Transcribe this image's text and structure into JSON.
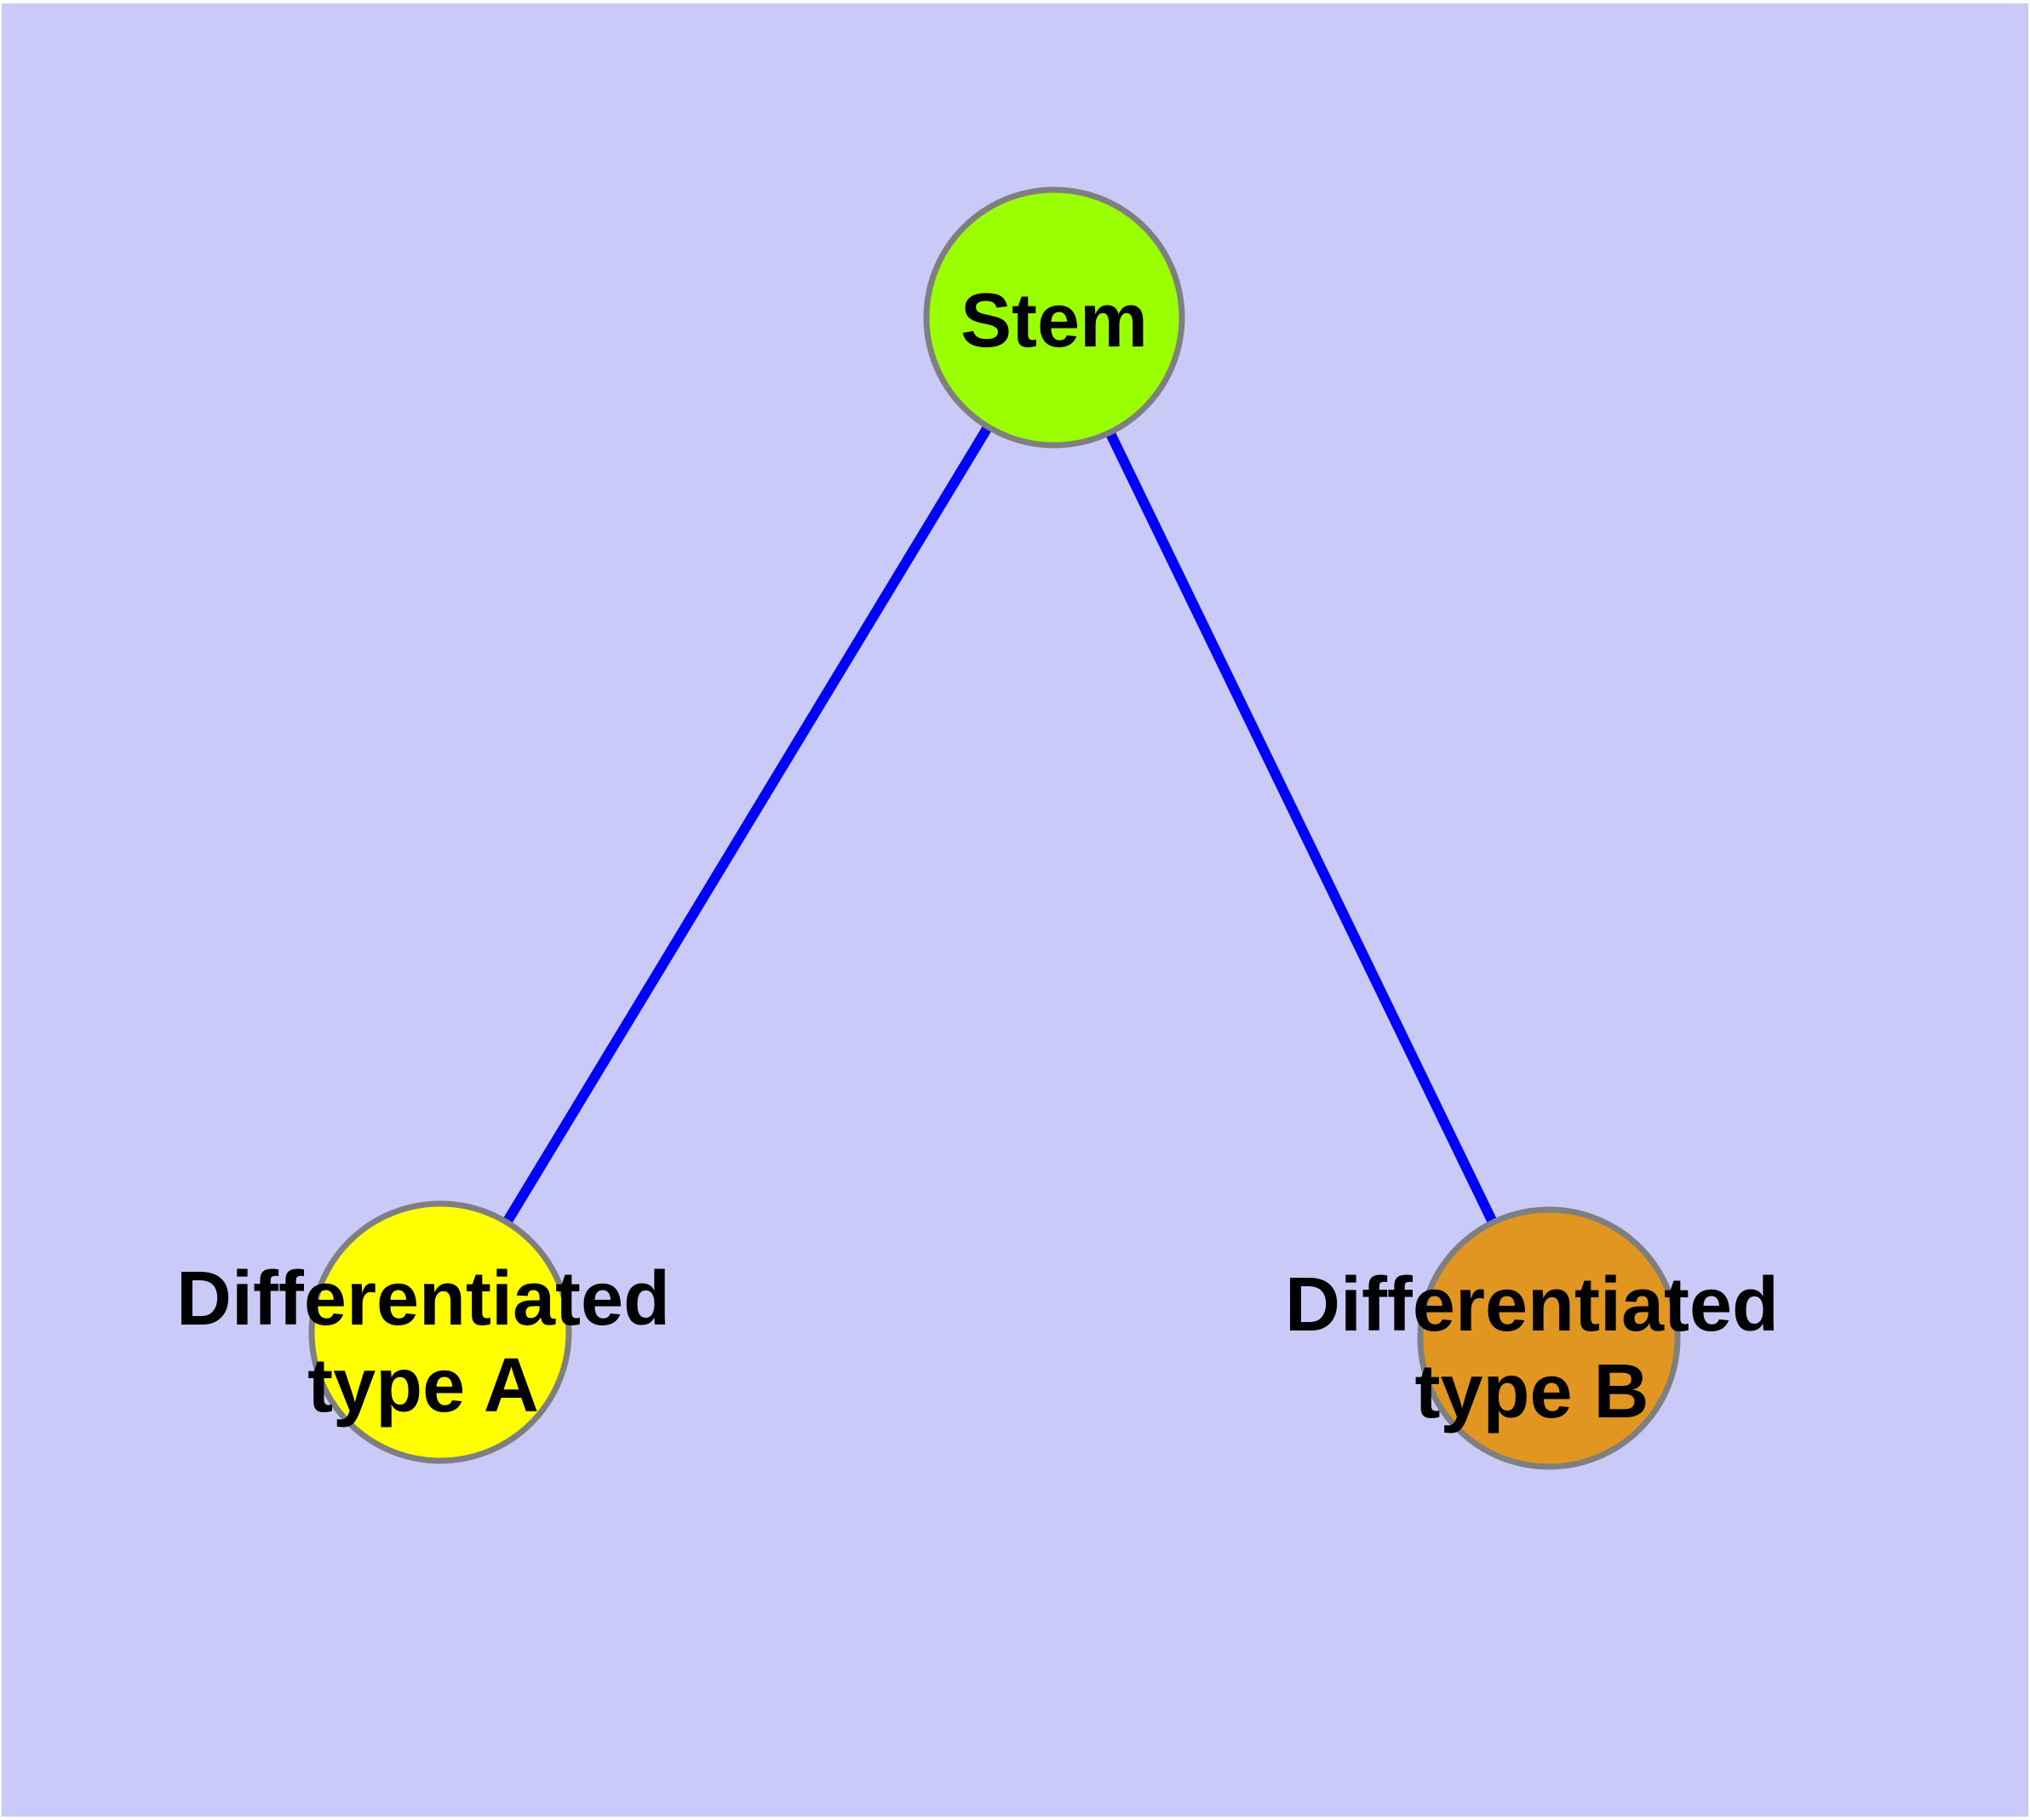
{
  "diagram": {
    "type": "node-link-graph",
    "background_color": "#CACAF8",
    "edge_color": "#0000FF",
    "node_border_color": "#7F7F7F",
    "text_color": "#000000",
    "nodes": [
      {
        "id": "stem",
        "shape": "circle",
        "label": "Stem",
        "fill_color": "#9AFF00"
      },
      {
        "id": "differentiated-type-a",
        "shape": "circle",
        "label_line1": "Differentiated",
        "label_line2": "type A",
        "fill_color": "#FFFF00"
      },
      {
        "id": "differentiated-type-b",
        "shape": "circle",
        "label_line1": "Differentiated",
        "label_line2": "type B",
        "fill_color": "#E09620"
      }
    ],
    "edges": [
      {
        "from": "Stem",
        "to": "Differentiated type A"
      },
      {
        "from": "Stem",
        "to": "Differentiated type B"
      }
    ]
  }
}
